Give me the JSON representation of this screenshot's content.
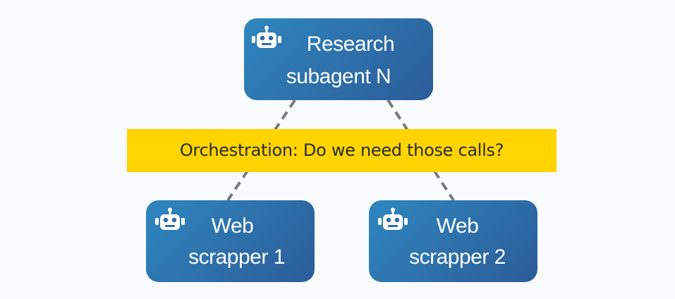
{
  "diagram": {
    "nodes": [
      {
        "id": "research",
        "lines": [
          "Research",
          "subagent N"
        ],
        "icon": "robot-icon"
      },
      {
        "id": "web1",
        "lines": [
          "Web",
          "scrapper 1"
        ],
        "icon": "robot-icon"
      },
      {
        "id": "web2",
        "lines": [
          "Web",
          "scrapper 2"
        ],
        "icon": "robot-icon"
      }
    ],
    "edges": [
      {
        "from": "research",
        "to": "web1",
        "style": "dashed"
      },
      {
        "from": "research",
        "to": "web2",
        "style": "dashed"
      }
    ],
    "callout": "Orchestration: Do we need those calls?"
  },
  "colors": {
    "background": "#f8fafc",
    "node_gradient_start": "#2f86bf",
    "node_gradient_end": "#2c5c98",
    "node_text": "#ffffff",
    "callout_fill": "#ffd400",
    "callout_text": "#2b2b2b",
    "connector": "#7a7a7a"
  }
}
